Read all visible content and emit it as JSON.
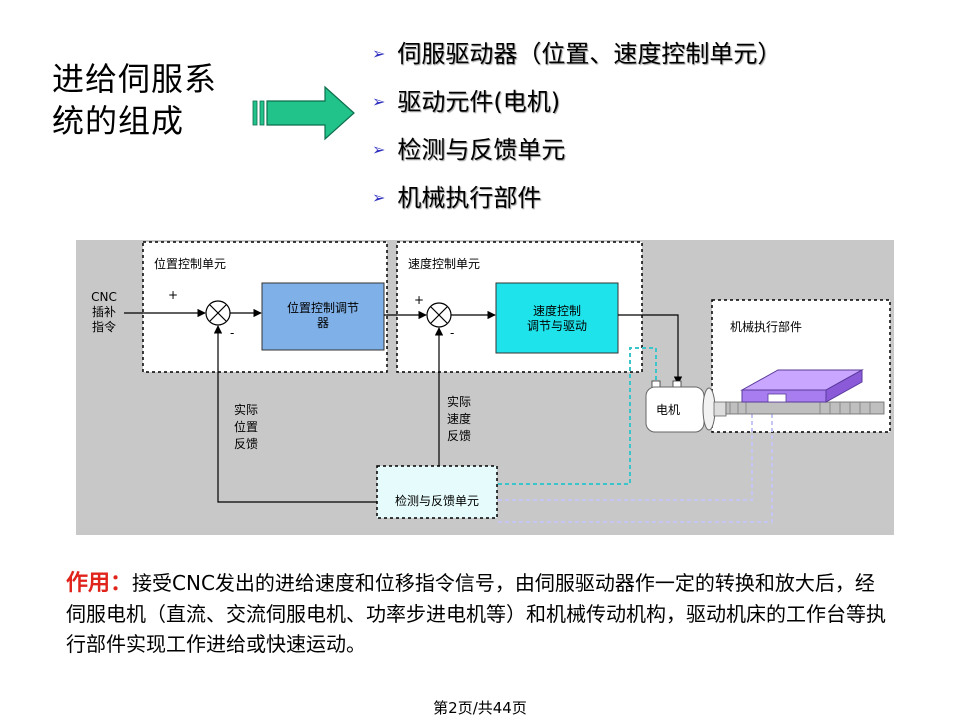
{
  "slide": {
    "title_line1": "进给伺服系",
    "title_line2": "统的组成",
    "bullets": [
      "伺服驱动器（位置、速度控制单元）",
      "驱动元件(电机)",
      "检测与反馈单元",
      "机械执行部件"
    ]
  },
  "diagram": {
    "position_unit_label": "位置控制单元",
    "speed_unit_label": "速度控制单元",
    "mech_unit_label": "机械执行部件",
    "cnc_label": [
      "CNC",
      "插补",
      "指令"
    ],
    "pos_regulator_label": [
      "位置控制调节",
      "器"
    ],
    "speed_regulator_label": [
      "速度控制",
      "调节与驱动"
    ],
    "motor_label": "电机",
    "detect_label": "检测与反馈单元",
    "pos_feedback_label": [
      "实际",
      "位置",
      "反馈"
    ],
    "speed_feedback_label": [
      "实际",
      "速度",
      "反馈"
    ],
    "sum_plus": "+",
    "sum_minus": "-",
    "colors": {
      "panel": "#c8c8c8",
      "pos_regulator": "#7fb0e8",
      "speed_regulator": "#1fe3ea",
      "detect_unit": "#e6fbfb",
      "mech_table": "#a77df0",
      "cyan_line": "#39c5c9",
      "lavender_line": "#c6c6f4",
      "arrow_fill": "#22c28b"
    }
  },
  "description": {
    "label": "作用：",
    "text": "接受CNC发出的进给速度和位移指令信号，由伺服驱动器作一定的转换和放大后，经伺服电机（直流、交流伺服电机、功率步进电机等）和机械传动机构，驱动机床的工作台等执行部件实现工作进给或快速运动。"
  },
  "footer": "第2页/共44页"
}
